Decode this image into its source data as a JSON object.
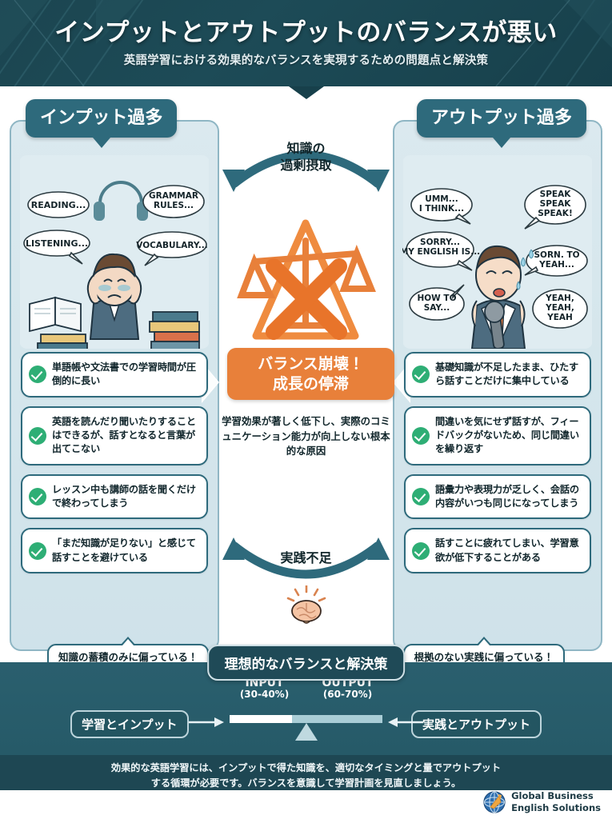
{
  "header": {
    "title": "インプットとアウトプットのバランスが悪い",
    "subtitle": "英語学習における効果的なバランスを実現するための問題点と解決策"
  },
  "left_panel": {
    "badge": "インプット過多",
    "illustration_name": "stressed-student-with-books-illustration",
    "bubbles": [
      "READING...",
      "GRAMMAR RULES...",
      "LISTENING...",
      "VOCABULARY..."
    ],
    "items": [
      "単語帳や文法書での学習時間が圧倒的に長い",
      "英語を読んだり聞いたりすることはできるが、話すとなると言葉が出てこない",
      "レッスン中も講師の話を聞くだけで終わってしまう",
      "「まだ知識が足りない」と感じて話すことを避けている"
    ],
    "callout": "知識の蓄積のみに偏っている！"
  },
  "right_panel": {
    "badge": "アウトプット過多",
    "illustration_name": "nervous-speaker-with-microphone-illustration",
    "bubbles": [
      "UMM... I THINK...",
      "SPEAK SPEAK SPEAK!",
      "SORRY... MY ENGLISH IS...",
      "SORN. TO YEAH...",
      "HOW TO SAY...",
      "YEAH, YEAH, YEAH"
    ],
    "items": [
      "基礎知識が不足したまま、ひたすら話すことだけに集中している",
      "間違いを気にせず話すが、フィードバックがないため、同じ間違いを繰り返す",
      "語彙力や表現力が乏しく、会話の内容がいつも同じになってしまう",
      "話すことに疲れてしまい、学習意欲が低下することがある"
    ],
    "callout": "根拠のない実践に偏っている！"
  },
  "center": {
    "top_arc_label": "知識の\n過剰摂取",
    "top_arc_line1": "知識の",
    "top_arc_line2": "過剰摂取",
    "bottom_arc_label": "実践不足",
    "scale_icon": "broken-balance-scale-icon",
    "badge_line1": "バランス崩壊！",
    "badge_line2": "成長の停滞",
    "note": "学習効果が著しく低下し、実際のコミュニケーション能力が向上しない根本的な原因",
    "brain_icon": "brain-idea-icon"
  },
  "bottom": {
    "badge": "理想的なバランスと解決策",
    "left_pill": "学習とインプット",
    "right_pill": "実践とアウトプット",
    "input_label": "INPUT",
    "input_value": "(30-40%)",
    "output_label": "OUTPUT",
    "output_value": "(60-70%)"
  },
  "footer": {
    "note_line1": "効果的な英語学習には、インプットで得た知識を、適切なタイミングと量でアウトプット",
    "note_line2": "する循環が必要です。バランスを意識して学習計画を見直しましょう。",
    "brand_line1": "Global Business",
    "brand_line2": "English Solutions",
    "brand_icon": "globe-arrow-logo-icon"
  },
  "colors": {
    "header_bg": "#1b4550",
    "badge_teal": "#2e6a7c",
    "panel_bg": "#d5e6ec",
    "accent_orange": "#e8803a",
    "check_green": "#2eae75",
    "bottom_bg": "#2a5f6e"
  }
}
